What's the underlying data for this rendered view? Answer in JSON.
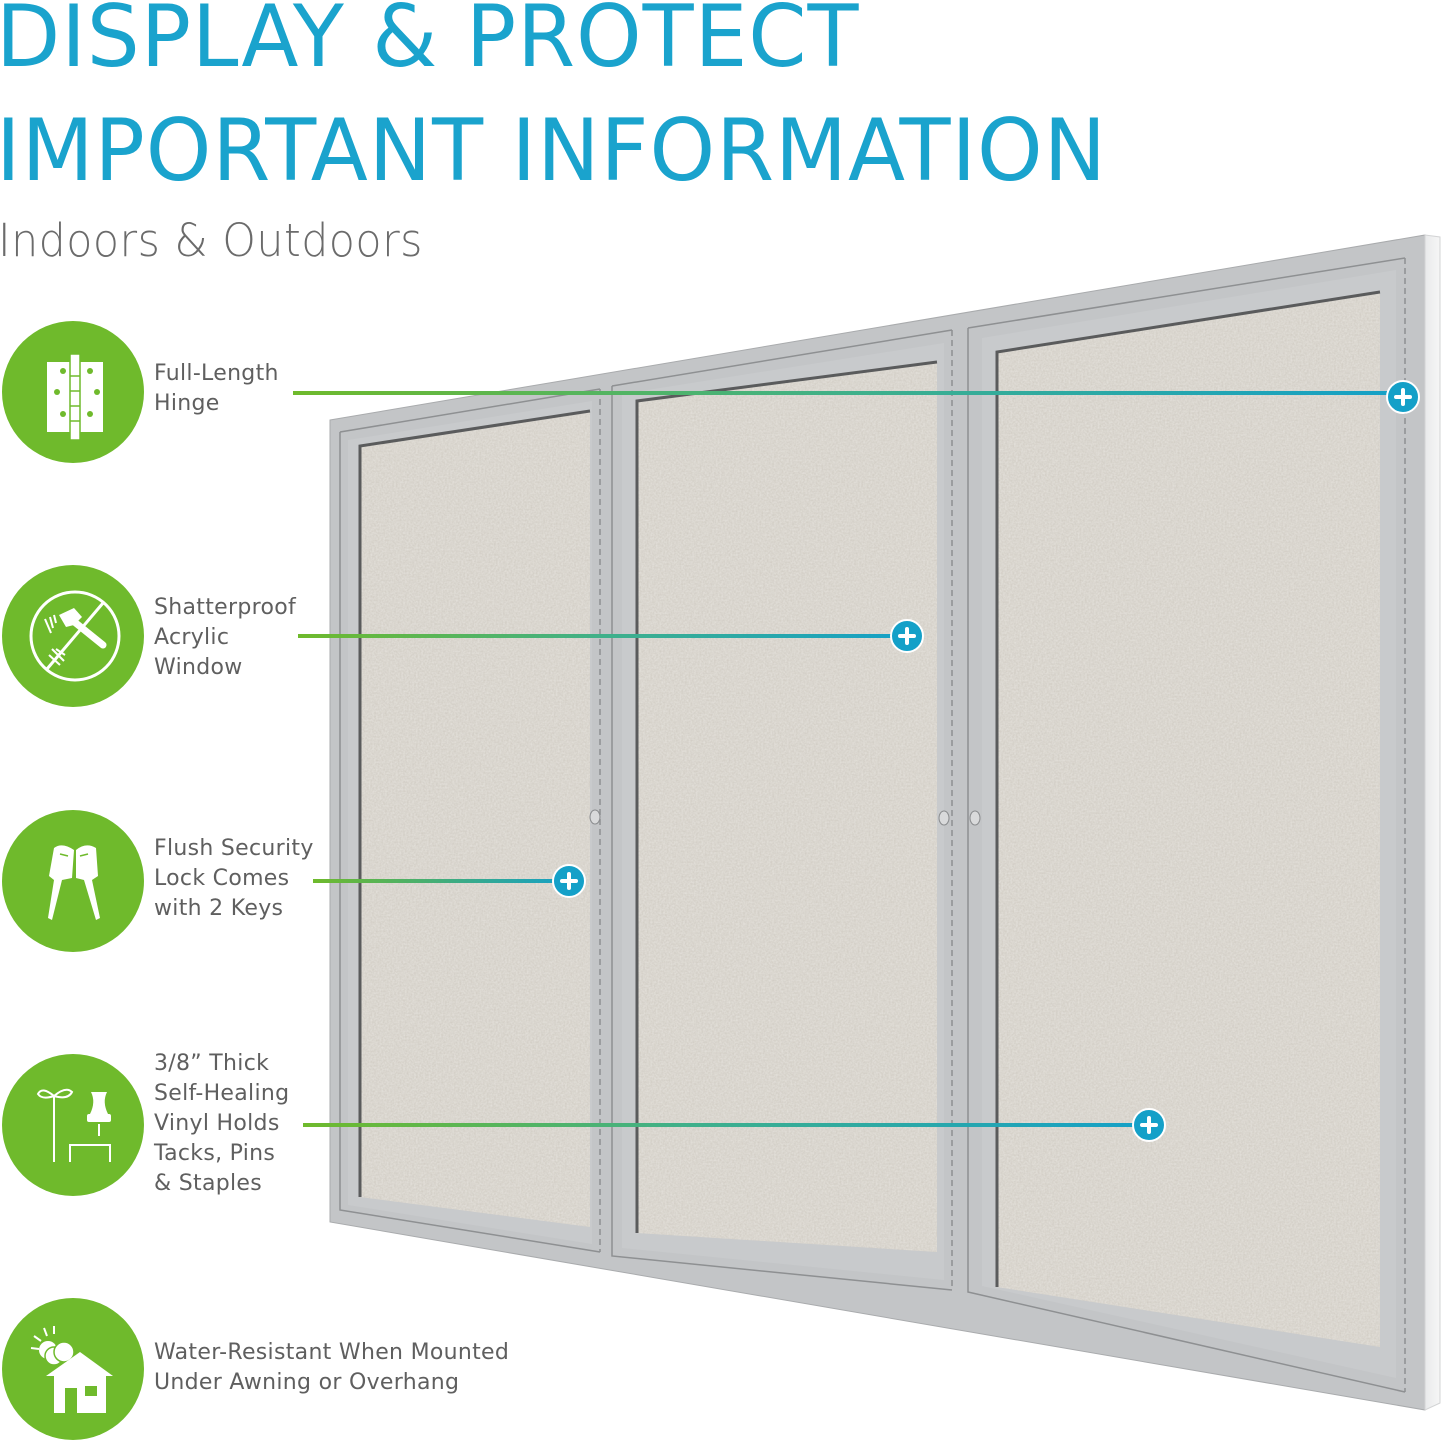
{
  "header": {
    "title_line1": "DISPLAY & PROTECT",
    "title_line2": "IMPORTANT INFORMATION",
    "subtitle": "Indoors & Outdoors"
  },
  "colors": {
    "title_blue": "#1aa3cd",
    "icon_green": "#6fba2c",
    "hotspot_blue": "#14a0c8",
    "text_gray": "#5f5f5f",
    "frame_gray": "#bfc1c3",
    "cork_beige": "#cdc8bf"
  },
  "features": [
    {
      "id": "hinge",
      "icon": "hinge-icon",
      "lines": [
        "Full-Length",
        "Hinge"
      ]
    },
    {
      "id": "shatterproof",
      "icon": "no-hammer-icon",
      "lines": [
        "Shatterproof",
        "Acrylic",
        "Window"
      ]
    },
    {
      "id": "lock",
      "icon": "keys-icon",
      "lines": [
        "Flush Security",
        "Lock Comes",
        "with 2 Keys"
      ]
    },
    {
      "id": "vinyl",
      "icon": "pin-staple-icon",
      "lines": [
        "3/8” Thick",
        "Self-Healing",
        "Vinyl Holds",
        "Tacks, Pins",
        "& Staples"
      ]
    },
    {
      "id": "water",
      "icon": "house-weather-icon",
      "lines": [
        "Water-Resistant When Mounted",
        "Under Awning or Overhang"
      ]
    }
  ],
  "product": {
    "name": "3-door enclosed bulletin board",
    "doors": 3
  }
}
